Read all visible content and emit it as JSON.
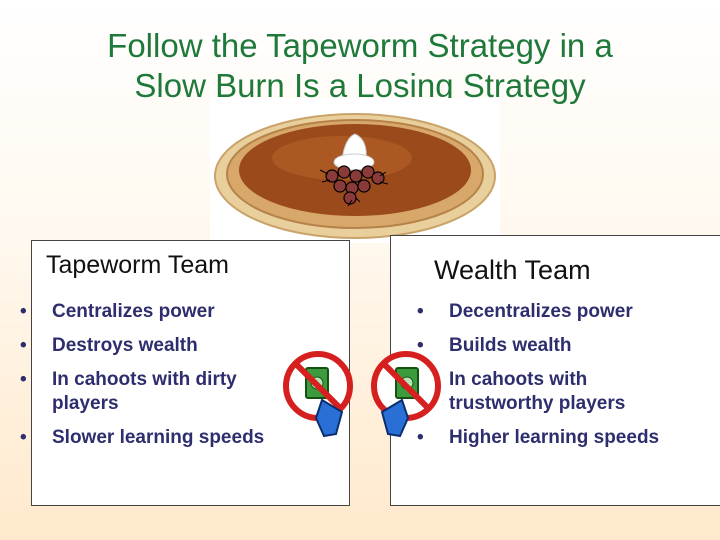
{
  "slide": {
    "title_line1": "Follow the Tapeworm Strategy in a",
    "title_line2": "Slow Burn Is a Losing Strategy"
  },
  "left_panel": {
    "heading": "Tapeworm Team",
    "bullets": [
      [
        "Centralizes power"
      ],
      [
        "Destroys wealth"
      ],
      [
        "In cahoots with dirty",
        "players"
      ],
      [
        "Slower learning speeds"
      ]
    ]
  },
  "right_panel": {
    "heading": "Wealth Team",
    "bullets": [
      [
        "Decentralizes power"
      ],
      [
        "Builds wealth"
      ],
      [
        "In cahoots with",
        "trustworthy players"
      ],
      [
        "Higher learning speeds"
      ]
    ]
  },
  "icons": {
    "pie": "pumpkin-pie-icon",
    "no_bribe": "no-money-exchange-icon"
  },
  "colors": {
    "title": "#1f7a3a",
    "bullets": "#2e2e6e",
    "prohibition": "#d62020"
  }
}
